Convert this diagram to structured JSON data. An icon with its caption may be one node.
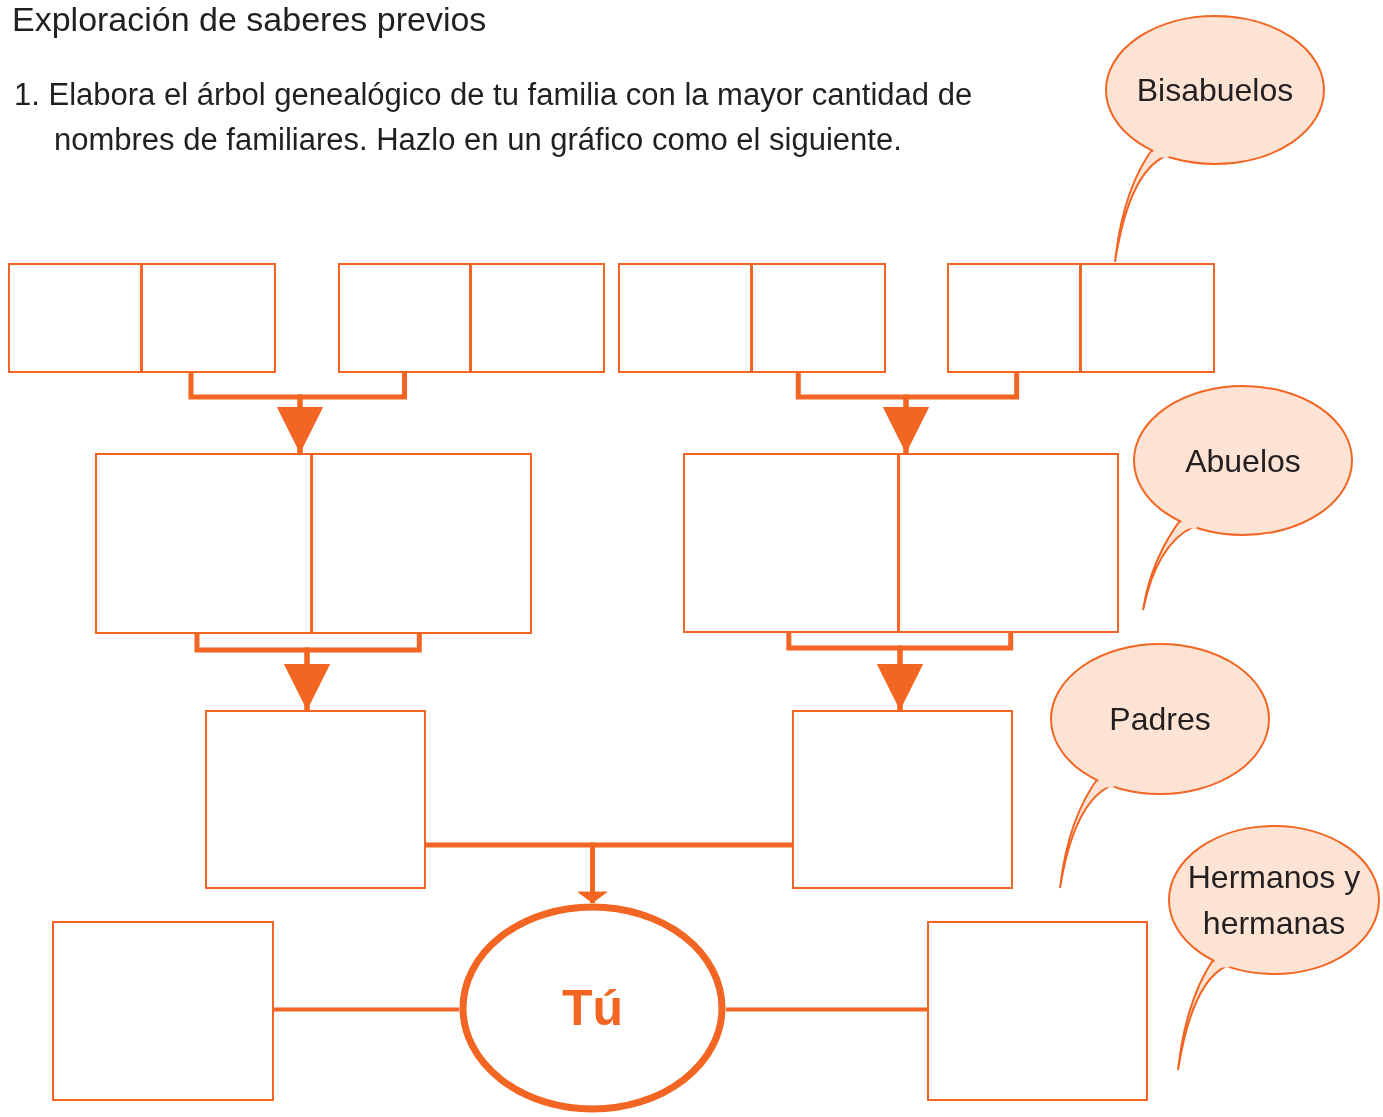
{
  "diagram": {
    "title": "Exploración de saberes previos",
    "nodes": [
      {
        "text": [],
        "shape": "box"
      },
      {
        "text": [],
        "shape": "box"
      },
      {
        "text": [],
        "shape": "box"
      },
      {
        "text": [],
        "shape": "box"
      },
      {
        "text": [],
        "shape": "box"
      },
      {
        "text": [],
        "shape": "box"
      },
      {
        "text": [],
        "shape": "box"
      },
      {
        "text": [],
        "shape": "box"
      },
      {
        "text": [],
        "shape": "box"
      },
      {
        "text": [],
        "shape": "box"
      },
      {
        "text": [],
        "shape": "box"
      },
      {
        "text": [],
        "shape": "box"
      },
      {
        "text": [],
        "shape": "box"
      },
      {
        "text": [],
        "shape": "box"
      },
      {
        "text": [],
        "shape": "box"
      },
      {
        "text": [
          "Tú"
        ]
      },
      {
        "text": [],
        "shape": "box"
      },
      {
        "text": [
          "Bisabuelos"
        ]
      },
      {
        "text": [
          "Abuelos"
        ]
      },
      {
        "text": [
          "Padres"
        ]
      },
      {
        "text": [
          "Hermanos y hermanas"
        ]
      }
    ],
    "edges": [
      {
        "from": 1,
        "to": 8,
        "arrow": "to"
      },
      {
        "from": 2,
        "to": 8,
        "arrow": "to"
      },
      {
        "from": 5,
        "to": 11,
        "arrow": "to"
      },
      {
        "from": 6,
        "to": 11,
        "arrow": "to"
      },
      {
        "from": 8,
        "to": 12,
        "arrow": "to"
      },
      {
        "from": 9,
        "to": 12,
        "arrow": "to"
      },
      {
        "from": 10,
        "to": 13,
        "arrow": "to"
      },
      {
        "from": 11,
        "to": 13,
        "arrow": "to"
      },
      {
        "from": 12,
        "to": 15,
        "arrow": "to"
      },
      {
        "from": 13,
        "to": 15,
        "arrow": "to"
      },
      {
        "from": 14,
        "to": 15,
        "arrow": "none"
      },
      {
        "from": 15,
        "to": 16,
        "arrow": "none"
      }
    ],
    "labels": [
      "1. Elabora el árbol genealógico de tu familia con la mayor cantidad de nombres de familiares. Hazlo en un gráfico como el siguiente."
    ]
  }
}
